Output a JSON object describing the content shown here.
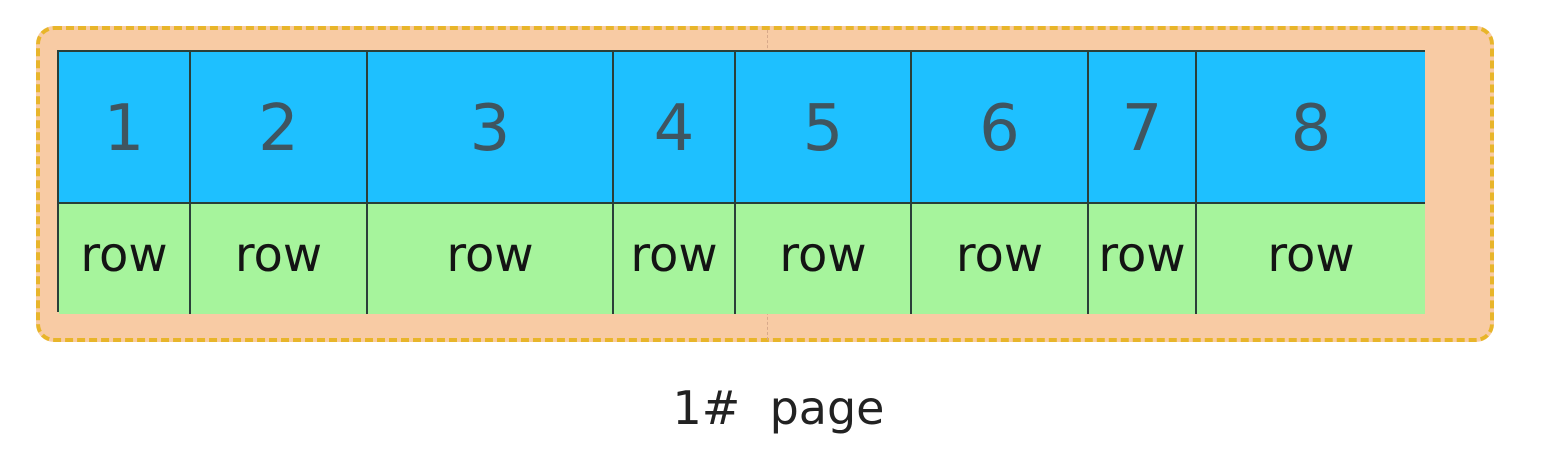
{
  "diagram": {
    "columns": [
      {
        "number": "1",
        "row": "row"
      },
      {
        "number": "2",
        "row": "row"
      },
      {
        "number": "3",
        "row": "row"
      },
      {
        "number": "4",
        "row": "row"
      },
      {
        "number": "5",
        "row": "row"
      },
      {
        "number": "6",
        "row": "row"
      },
      {
        "number": "7",
        "row": "row"
      },
      {
        "number": "8",
        "row": "row"
      }
    ],
    "caption": "1#  page",
    "colors": {
      "page_fill": "#f8cba4",
      "page_border": "#e8b52a",
      "number_row": "#1ec0ff",
      "row_cells": "#a6f49c",
      "grid_lines": "#2a3f39"
    }
  }
}
